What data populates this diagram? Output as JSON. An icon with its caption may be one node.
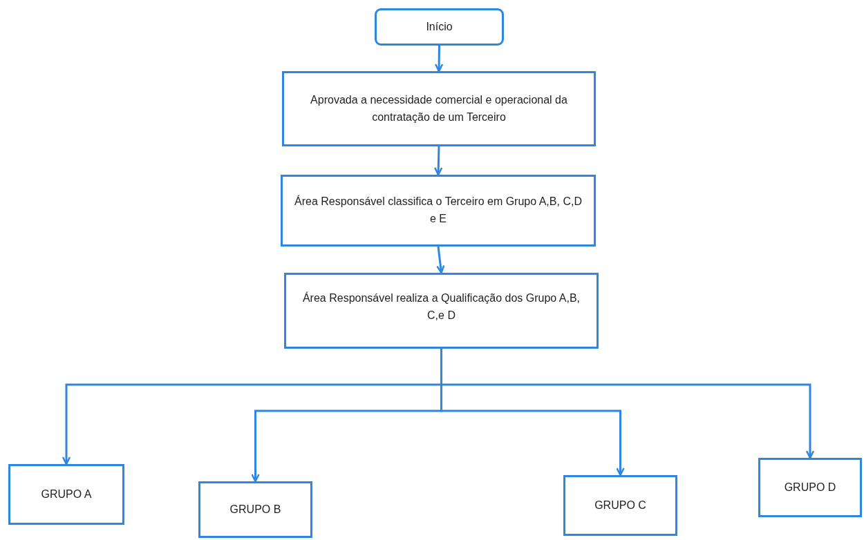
{
  "diagram": {
    "nodes": [
      {
        "text": [
          "Início"
        ]
      },
      {
        "text": [
          "Aprovada a necessidade comercial e operacional da contratação de um Terceiro"
        ]
      },
      {
        "text": [
          "Área Responsável classifica o Terceiro em Grupo A,B, C,D e E"
        ]
      },
      {
        "text": [
          "Área Responsável realiza a Qualificação dos Grupo A,B, C,e D"
        ]
      },
      {
        "text": [
          "GRUPO A"
        ]
      },
      {
        "text": [
          "GRUPO B"
        ]
      },
      {
        "text": [
          "GRUPO C"
        ]
      },
      {
        "text": [
          "GRUPO D"
        ]
      }
    ],
    "edges": [
      {
        "from": 0,
        "to": 1,
        "arrow": "to"
      },
      {
        "from": 1,
        "to": 2,
        "arrow": "to"
      },
      {
        "from": 2,
        "to": 3,
        "arrow": "to"
      },
      {
        "from": 3,
        "to": 4,
        "arrow": "to"
      },
      {
        "from": 3,
        "to": 5,
        "arrow": "to"
      },
      {
        "from": 3,
        "to": 6,
        "arrow": "to"
      },
      {
        "from": 3,
        "to": 7,
        "arrow": "to"
      }
    ]
  }
}
